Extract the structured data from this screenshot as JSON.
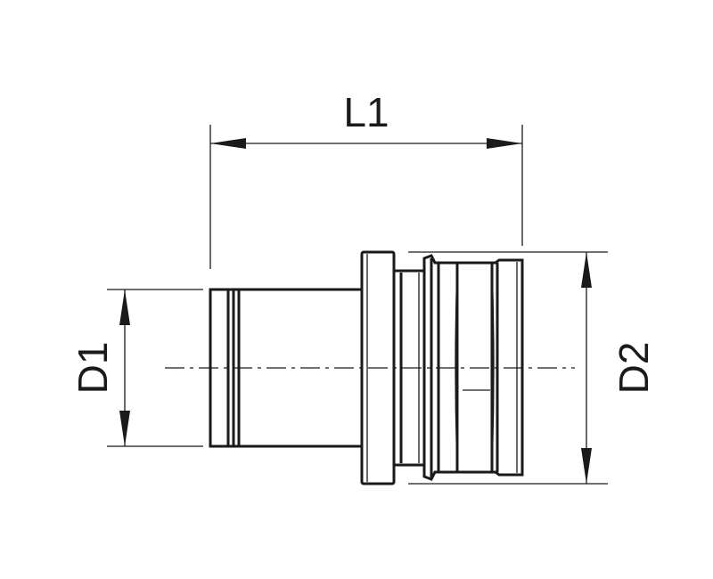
{
  "dimensions": {
    "length_label": "L1",
    "small_diameter_label": "D1",
    "large_diameter_label": "D2"
  },
  "colors": {
    "line": "#1a1a1a",
    "background": "#ffffff"
  }
}
